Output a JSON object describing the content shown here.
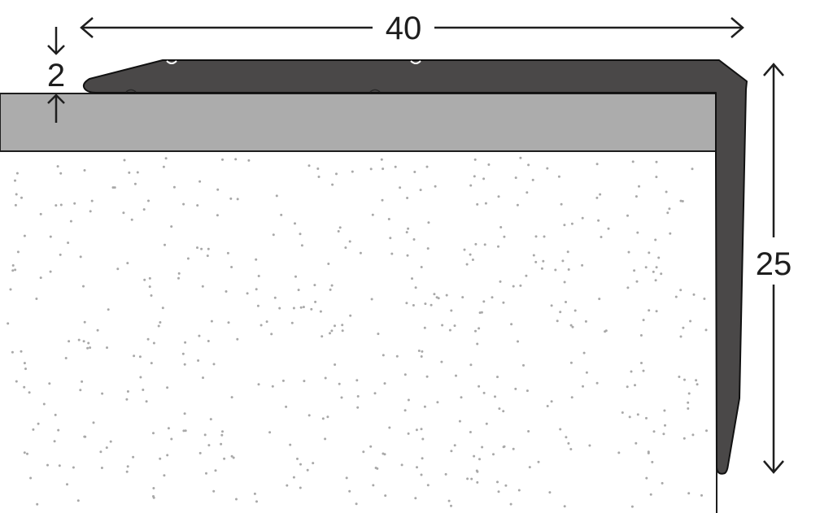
{
  "dimensions": {
    "width_label": "40",
    "height_label": "25",
    "thickness_label": "2"
  },
  "colors": {
    "background": "#ffffff",
    "profile": "#4a4848",
    "profile_outline": "#111111",
    "floor_covering": "#acacac",
    "substrate_dots": "#a8a8a8",
    "lines": "#1e1e1e"
  }
}
